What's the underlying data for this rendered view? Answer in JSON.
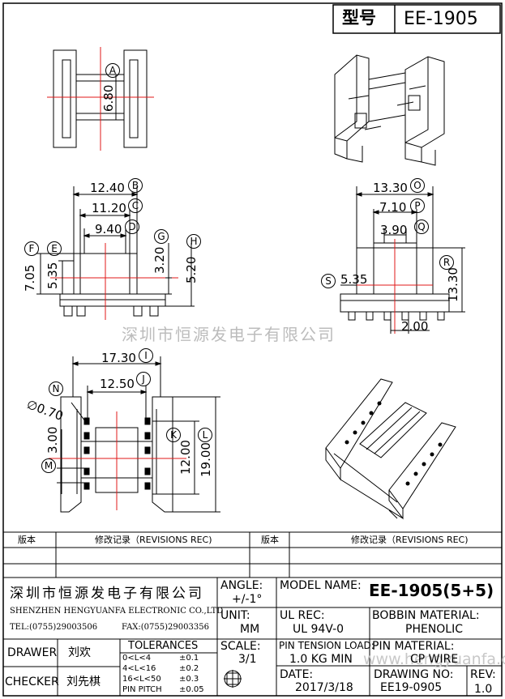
{
  "header": {
    "type_label": "型号",
    "model": "EE-1905"
  },
  "views": {
    "top": {
      "A": "A",
      "a_dim": "6.80"
    },
    "front": {
      "B": "B",
      "C": "C",
      "D": "D",
      "E": "E",
      "F": "F",
      "G": "G",
      "H": "H",
      "b_dim": "12.40",
      "c_dim": "11.20",
      "d_dim": "9.40",
      "e_dim": "5.35",
      "f_dim": "7.05",
      "g_dim": "3.20",
      "h_dim": "5.20"
    },
    "side": {
      "O": "O",
      "P": "P",
      "Q": "Q",
      "R": "R",
      "S": "S",
      "o_dim": "13.30",
      "p_dim": "7.10",
      "q_dim": "3.90",
      "r_dim": "13.30",
      "s_dim": "5.35",
      "pitch_dim": "2.00"
    },
    "bottom": {
      "I": "I",
      "J": "J",
      "K": "K",
      "L": "L",
      "M": "M",
      "N": "N",
      "i_dim": "17.30",
      "j_dim": "12.50",
      "n_dim": "∅0.70",
      "m_dim": "3.00",
      "k_dim": "12.00",
      "l_dim": "19.00"
    }
  },
  "watermark": {
    "company": "深圳市恒源发电子有限公司",
    "url": "www.hengyuanfa.cn"
  },
  "revisions": {
    "col_version": "版本",
    "col_record": "修改记录（REVISIONS REC)"
  },
  "title_block": {
    "company_cn": "深圳市恒源发电子有限公司",
    "company_en": "SHENZHEN HENGYUANFA ELECTRONIC CO.,LTD",
    "tel": "TEL:(0755)29003506",
    "fax": "FAX:(0755)29003356",
    "angle_label": "ANGLE:",
    "angle_value": "+/-1°",
    "unit_label": "UNIT:",
    "unit_value": "MM",
    "scale_label": "SCALE:",
    "scale_value": "3/1",
    "model_name_label": "MODEL NAME:",
    "model_name_value": "EE-1905(5+5)",
    "ul_label": "UL REC:",
    "ul_value": "UL 94V-0",
    "bobbin_label": "BOBBIN MATERIAL:",
    "bobbin_value": "PHENOLIC",
    "pin_tension_label": "PIN TENSION LOAD:",
    "pin_tension_value": "1.0 KG MIN",
    "pin_material_label": "PIN MATERIAL:",
    "pin_material_value": "CP WIRE",
    "date_label": "DATE:",
    "date_value": "2017/3/18",
    "drawing_no_label": "DRAWING NO:",
    "drawing_no_value": "EE19-0905",
    "rev_label": "REV:",
    "rev_value": "1.0",
    "drawer_label": "DRAWER",
    "drawer_value": "刘欢",
    "checker_label": "CHECKER",
    "checker_value": "刘先棋",
    "tolerances_label": "TOLERANCES",
    "tol_rows": [
      {
        "range": "0<L<4",
        "value": "±0.1"
      },
      {
        "range": "4<L<16",
        "value": "±0.2"
      },
      {
        "range": "16<L<50",
        "value": "±0.3"
      },
      {
        "range": "PIN PITCH",
        "value": "±0.05"
      }
    ]
  }
}
